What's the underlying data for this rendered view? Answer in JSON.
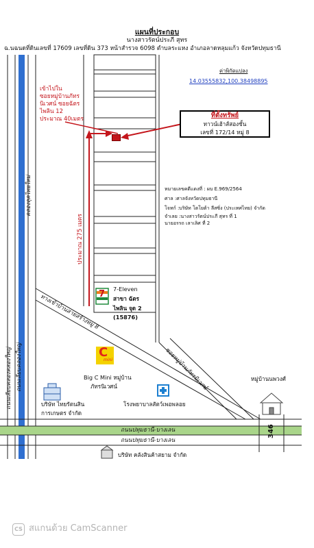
{
  "header": {
    "title": "แผนที่ประกอบ",
    "owner": "นางสาวรัตน์ประภี สุทร",
    "deed_line": "ฉ.นฉนดที่ดินเลขที่ 17609 เลขที่ดิน 373 หน้าสำรวจ 6098 ตำบลระแหง อำเภอลาดหลุมแก้ว จังหวัดปทุมธานี"
  },
  "coordinates": {
    "label": "ค่าพิกัดแปลง",
    "value": "14.03555832,100.38498895"
  },
  "directions": {
    "lines": [
      "เข้าไปใน",
      "ซอยหมู่บ้านภัทร",
      "นิเวศน์ ซอยฉัตร",
      "ไพลิน 12",
      "ประมาณ 40เมตร"
    ]
  },
  "distance_label": "ประมาณ 275 เมตร",
  "property": {
    "title": "ที่ตั้งทรัพย์",
    "line1": "ทาวน์เฮ้าส์สองชั้น",
    "line2": "เลขที่ 172/14 หมู่ 8"
  },
  "case_info": {
    "lines": [
      "หมายเลขคดีแดงที่ : ผบ E.969/2564",
      "ศาล :ศาลจังหวัดปทุมธานี",
      "โจทก์ :บริษัท โตโยต้า ลีสซิ่ง (ประเทศไทย) จำกัด",
      "จำเลย :นางสาวรัตน์ประภี สุทร ที่ 1",
      "        นายอรรถ เลาเลิศ ที่ 2"
    ]
  },
  "landmarks": {
    "seven_eleven": {
      "name": "7-Eleven",
      "branch": [
        "สาขา ฉัตร",
        "ไพลิน จุด 2",
        "(15876)"
      ],
      "logo_text": "7"
    },
    "big_c": {
      "logo_text": "C",
      "logo_sub": "mini",
      "name": [
        "Big C Mini หมู่บ้าน",
        "ภัทรนิเวศน์"
      ]
    },
    "hospital": "โรงพยาบาลสัตว์เพอพลอย",
    "company1": [
      "บริษัท ไทยรัตนสิน",
      "การเกษตร จำกัด"
    ],
    "village": "หมู่บ้านนพวงศ์",
    "warehouse": "บริษัท คลังสินค้าสยาม จำกัด"
  },
  "roads": {
    "canal_left": "คลองลุคไทยใหม่",
    "road_left_a": "ถนนเลียบคลองคลองใหญ่",
    "road_left_b": "ถนนเลียบคลองใหญ่",
    "soi_main": "ทางเข้าบ้านสายสร้างหมู่ 8",
    "soi_right": "ซอยหมู่บ้านภัทรนิเวศน์",
    "main_road_top": "ถนนปทุมธานี-บางเลน",
    "main_road_bottom": "ถนนปทุมธานี-บางเลน",
    "route_number": "346"
  },
  "watermark": {
    "logo": "CS",
    "text": "สแกนด้วย CamScanner"
  },
  "colors": {
    "canal_blue": "#2f6fd0",
    "road_green": "#a9d58a",
    "marker_red": "#c4161c",
    "seven_green": "#1f8a3b",
    "seven_orange": "#ef7d1a",
    "bigc_yellow": "#f4d200"
  }
}
